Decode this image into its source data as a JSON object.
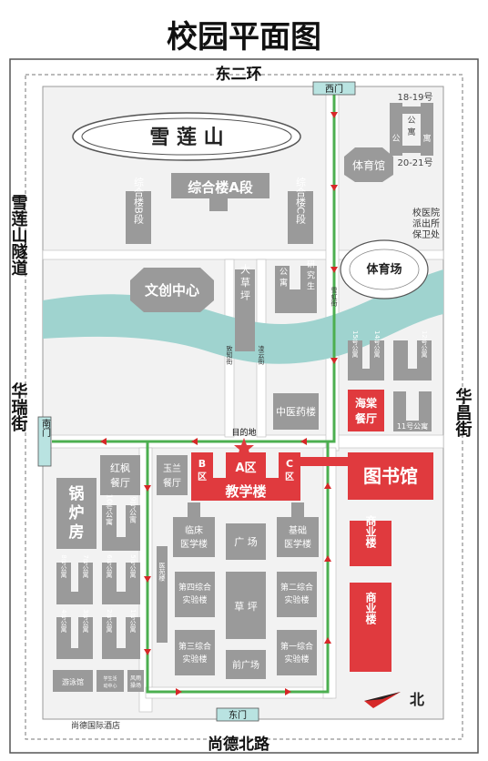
{
  "title": "校园平面图",
  "roads": {
    "north": "东二环",
    "south": "尚德北路",
    "west_upper": "雪莲山隧道",
    "west_lower": "华瑞街",
    "east": "华昌街"
  },
  "gates": {
    "west": "西门",
    "south": "南门",
    "east": "东门"
  },
  "buildings": {
    "xuelian_shan": "雪 莲 山",
    "zonghe_a": "综合楼A段",
    "zonghe_b": "综合楼B段",
    "zonghe_c": "综合楼C段",
    "dorm_18_19": "18-19号",
    "dorm_gong_top": "公",
    "dorm_yu_top": "寓",
    "dorm_gong_bot": "公",
    "dorm_yu_bot": "寓",
    "dorm_20_21": "20-21号",
    "gym_hall": "体育馆",
    "hospital": "校医院",
    "police": "派出所",
    "security": "保卫处",
    "stadium": "体育场",
    "wenchuang": "文创中心",
    "lawn_big": "大 草 坪",
    "grad_apartment_1": "研 究 生",
    "grad_apartment_2": "公 寓",
    "road_xuehong": "雪虹街",
    "road_zhizhi": "致知街",
    "road_lingyun": "凌云街",
    "dorm_15": "15号公寓",
    "dorm_14": "14号公寓",
    "dorm_12": "12号公寓",
    "tcm_building": "中医药楼",
    "haitang_canteen": "海棠餐厅",
    "dorm_11": "11号公寓",
    "destination": "目的地",
    "hongfeng_canteen": "红枫餐厅",
    "yulan_canteen": "玉兰餐厅",
    "zone_b": "B区",
    "zone_a": "A区",
    "zone_c": "C区",
    "teaching_building": "教学楼",
    "library": "图书馆",
    "boiler_room": "锅炉房",
    "dorm_10": "10号公寓",
    "dorm_9": "9号公寓",
    "clinical_building": "临床医学楼",
    "square": "广 场",
    "basic_building": "基础医学楼",
    "commercial_1": "商业楼",
    "dorm_8": "8号公寓",
    "dorm_7": "7号公寓",
    "dorm_6": "6号公寓",
    "dorm_5": "5号公寓",
    "lab_4": "第四综合实验楼",
    "lawn": "草 坪",
    "lab_2": "第二综合实验楼",
    "commercial_2": "商业楼",
    "dorm_4": "4号公寓",
    "dorm_3": "3号公寓",
    "dorm_2": "2号公寓",
    "dorm_1": "1号公寓",
    "lab_3": "第三综合实验楼",
    "lab_1": "第一综合实验楼",
    "yiyun_building": "医苑楼",
    "swimming": "游泳馆",
    "student_activity": "学生活动中心",
    "fengyu_playground": "风雨操场",
    "front_square": "前广场",
    "hotel": "尚德国际酒店"
  },
  "compass": "北",
  "colors": {
    "building_gray": "#9a9a9a",
    "highlight_red": "#e03a3e",
    "river_teal": "#9fd3cf",
    "route_green": "#4caf50",
    "gate_teal": "#b9e3e1",
    "arrow_red": "#d62828"
  }
}
